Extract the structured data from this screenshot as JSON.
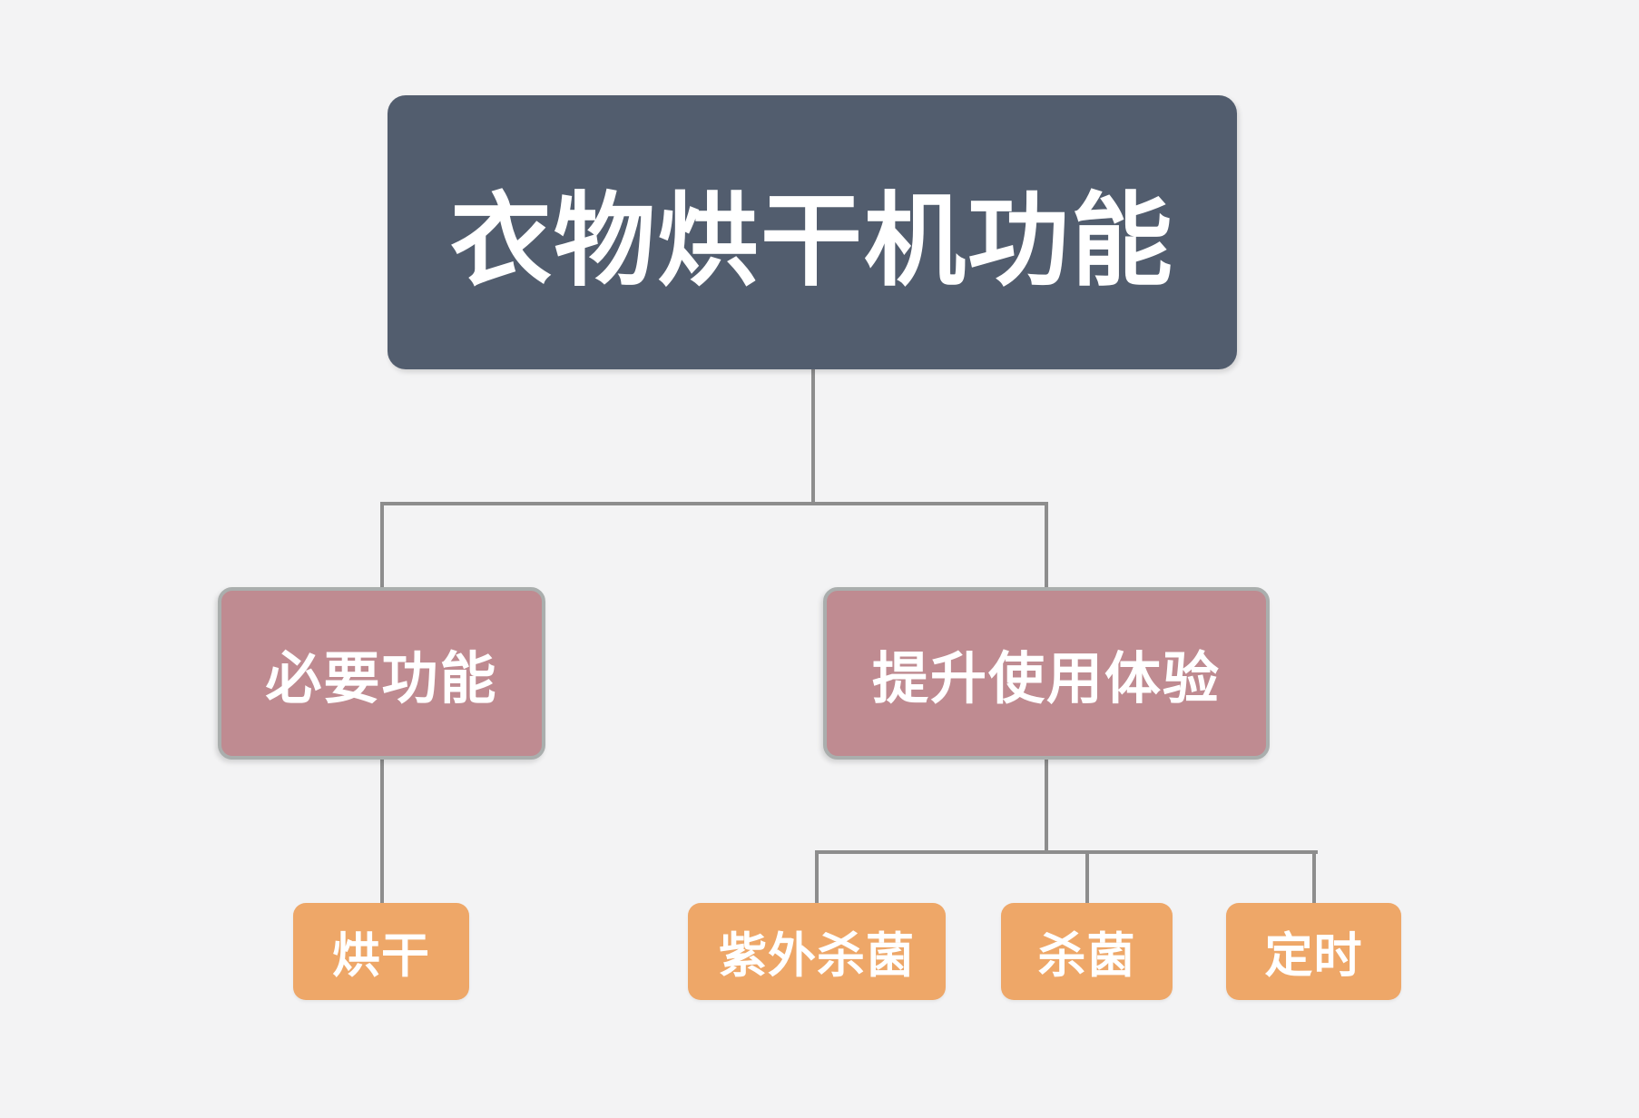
{
  "diagram": {
    "title": "衣物烘干机功能",
    "root": {
      "label": "衣物烘干机功能"
    },
    "branches": [
      {
        "label": "必要功能",
        "children": [
          {
            "label": "烘干"
          }
        ]
      },
      {
        "label": "提升使用体验",
        "children": [
          {
            "label": "紫外杀菌"
          },
          {
            "label": "杀菌"
          },
          {
            "label": "定时"
          }
        ]
      }
    ],
    "colors": {
      "background": "#f3f3f4",
      "root_fill": "#525d6e",
      "branch_fill": "#bf8b91",
      "branch_border": "#aaaead",
      "leaf_fill": "#eea768",
      "connector": "#8d8d8d",
      "text": "#ffffff"
    }
  }
}
